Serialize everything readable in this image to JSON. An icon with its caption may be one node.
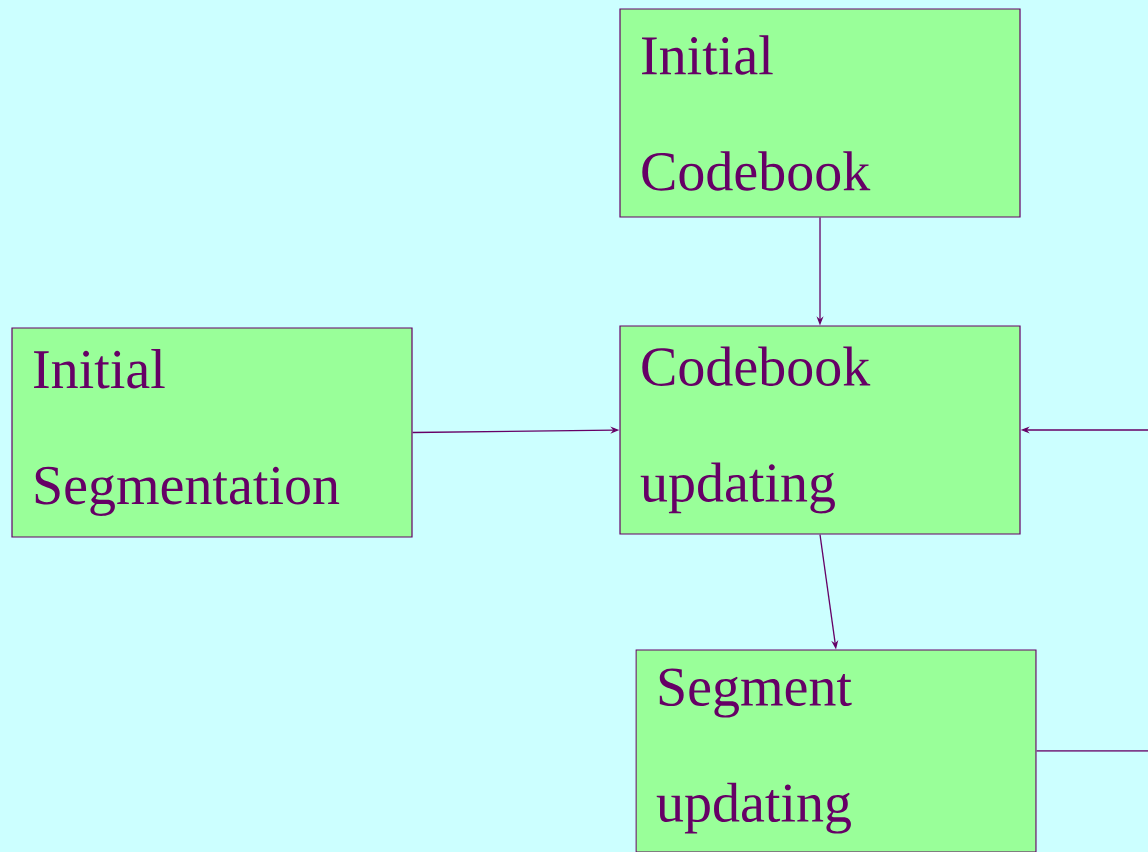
{
  "diagram": {
    "nodes": [
      {
        "text": [
          "Initial Codebook"
        ]
      },
      {
        "text": [
          "Initial Segmentation"
        ]
      },
      {
        "text": [
          "Codebook updating"
        ]
      },
      {
        "text": [
          "Segment updating"
        ]
      }
    ],
    "edges": [
      {
        "from": 0,
        "to": 2,
        "arrow": "to"
      },
      {
        "from": 1,
        "to": 2,
        "arrow": "to"
      },
      {
        "from": 2,
        "to": 3,
        "arrow": "to"
      },
      {
        "from": 3,
        "to": 2,
        "arrow": "to"
      }
    ]
  }
}
